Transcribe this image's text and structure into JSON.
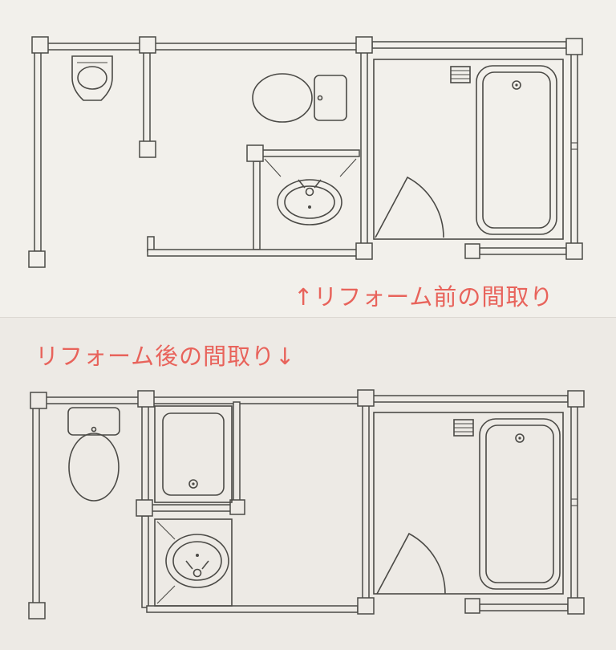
{
  "colors": {
    "paper-top": "#f2f0eb",
    "paper-bottom": "#edeae5",
    "line": "#4b4a46",
    "label": "#e8635b",
    "seam": "#dcd8d2"
  },
  "plans": [
    {
      "id": "before",
      "label": "↑リフォーム前の間取り",
      "fixtures": [
        "urinal",
        "toilet",
        "washbasin",
        "bathtub",
        "door-swing",
        "vent-grille"
      ]
    },
    {
      "id": "after",
      "label": "リフォーム後の間取り↓",
      "fixtures": [
        "toilet",
        "shower-unit",
        "washbasin",
        "bathtub",
        "door-swing",
        "vent-grille"
      ]
    }
  ]
}
